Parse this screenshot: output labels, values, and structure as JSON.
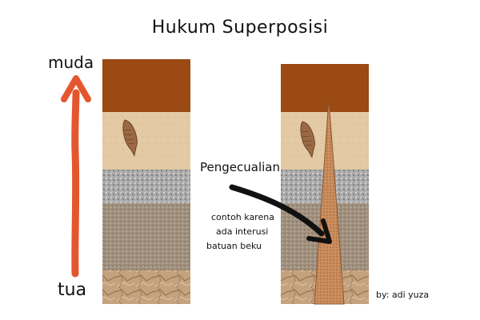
{
  "title": "Hukum Superposisi",
  "labels": {
    "young": "muda",
    "old": "tua",
    "exception": "Pengecualian",
    "note_lines": [
      "contoh karena",
      "ada interusi",
      "batuan beku"
    ],
    "credit": "by: adi yuza"
  },
  "layers": [
    {
      "name": "top-brown",
      "color": "#9a4a12"
    },
    {
      "name": "fossil-sandstone",
      "color": "#e3c9a4"
    },
    {
      "name": "granite-gray",
      "color": "#a9a9a9"
    },
    {
      "name": "gravel-brown-gray",
      "color": "#a39280"
    },
    {
      "name": "crumpled-paper",
      "color": "#c4a27e"
    }
  ],
  "colors": {
    "age_arrow": "#e4572e",
    "intrusion": "#c98a5a",
    "pointer_arrow": "#111111"
  },
  "icons": [
    "fossil-fish-icon",
    "age-arrow-icon",
    "pointer-arrow-icon"
  ]
}
